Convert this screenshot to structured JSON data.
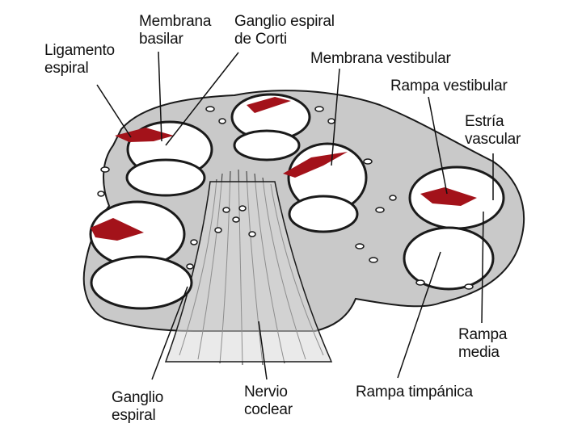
{
  "labels": {
    "ligamento_espiral": "Ligamento\nespiral",
    "membrana_basilar": "Membrana\nbasilar",
    "ganglio_espiral_corti": "Ganglio espiral\nde Corti",
    "membrana_vestibular": "Membrana vestibular",
    "rampa_vestibular": "Rampa vestibular",
    "estria_vascular": "Estría\nvascular",
    "rampa_media": "Rampa\nmedia",
    "rampa_timpanica": "Rampa timpánica",
    "nervio_coclear": "Nervio\ncoclear",
    "ganglio_espiral": "Ganglio\nespiral"
  },
  "colors": {
    "tissue": "#c9c9c9",
    "outline": "#1a1a1a",
    "highlight": "#a3121a",
    "background": "#ffffff"
  }
}
